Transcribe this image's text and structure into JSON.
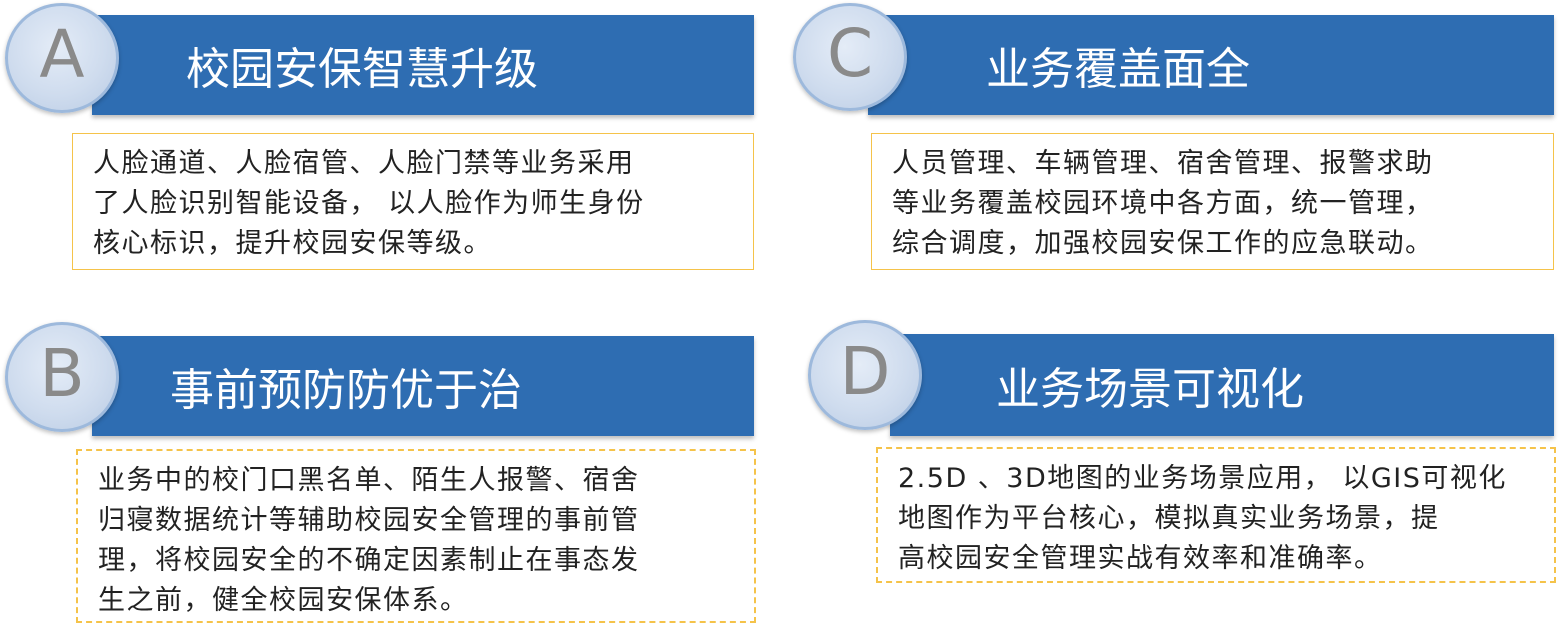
{
  "cards": {
    "a": {
      "letter": "A",
      "title": "校园安保智慧升级",
      "lines": [
        "人脸通道、人脸宿管、人脸门禁等业务采用",
        "了人脸识别智能设备， 以人脸作为师生身份",
        "核心标识，提升校园安保等级。"
      ]
    },
    "b": {
      "letter": "B",
      "title": "事前预防防优于治",
      "lines": [
        "业务中的校门口黑名单、陌生人报警、宿舍",
        "归寝数据统计等辅助校园安全管理的事前管",
        "理，将校园安全的不确定因素制止在事态发",
        "生之前，健全校园安保体系。"
      ]
    },
    "c": {
      "letter": "C",
      "title": "业务覆盖面全",
      "lines": [
        "人员管理、车辆管理、宿舍管理、报警求助",
        "等业务覆盖校园环境中各方面，统一管理，",
        "综合调度，加强校园安保工作的应急联动。"
      ]
    },
    "d": {
      "letter": "D",
      "title": "业务场景可视化",
      "lines": [
        "2.5D 、3D地图的业务场景应用， 以GIS可视化",
        "地图作为平台核心，模拟真实业务场景，提",
        "高校园安全管理实战有效率和准确率。"
      ]
    }
  },
  "colors": {
    "bar": "#2e6db2",
    "box_border": "#f5c34a",
    "circle_border": "#9db9dc",
    "letter": "#8a8a8a"
  }
}
